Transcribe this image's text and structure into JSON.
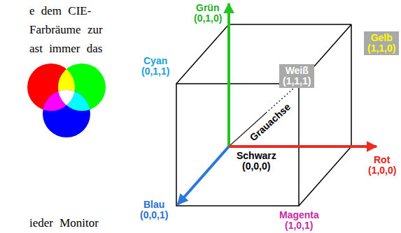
{
  "diagram": {
    "nodes": [
      {
        "text": [
          "Gelb",
          "(1,1,0)"
        ]
      },
      {
        "text": [
          "Weiß",
          "(1,1,1)"
        ]
      }
    ],
    "labels": [
      "e dem CIE-",
      "Farbräume zur",
      "ast immer das",
      "ieder Monitor",
      "Grün",
      "(0,1,0)",
      "Cyan",
      "(0,1,1)",
      "Grauachse",
      "Schwarz",
      "(0,0,0)",
      "Rot",
      "(1,0,0)",
      "Blau",
      "(0,0,1)",
      "Magenta",
      "(1,0,1)"
    ]
  }
}
